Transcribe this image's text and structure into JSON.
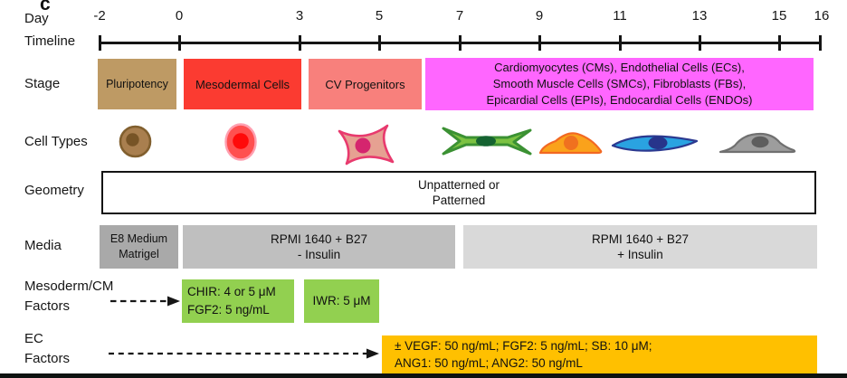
{
  "panel_label": "c",
  "timeline": {
    "row_label_day": "Day",
    "row_label_timeline": "Timeline",
    "days": [
      "-2",
      "0",
      "3",
      "5",
      "7",
      "9",
      "11",
      "13",
      "15",
      "16"
    ]
  },
  "stage": {
    "label": "Stage",
    "pluripotency": {
      "text": "Pluripotency",
      "color": "#BE9A64"
    },
    "mesodermal": {
      "text": "Mesodermal Cells",
      "color": "#FB3B31"
    },
    "cv_progenitors": {
      "text": "CV Progenitors",
      "color": "#F8807C"
    },
    "final": {
      "line1": "Cardiomyocytes (CMs), Endothelial Cells (ECs),",
      "line2": "Smooth Muscle Cells (SMCs), Fibroblasts (FBs),",
      "line3": "Epicardial Cells (EPIs), Endocardial Cells (ENDOs)",
      "color": "#FF66FF"
    }
  },
  "cell_types": {
    "label": "Cell Types",
    "icons": [
      {
        "name": "pluripotent-cell-icon",
        "body_color": "#A97F4F",
        "border_color": "#815F2E",
        "nucleus_color": "#775426"
      },
      {
        "name": "mesodermal-cell-icon",
        "body_color": "#FF5050",
        "border_color": "#FF9FB0",
        "nucleus_color": "#FF0A0A"
      },
      {
        "name": "cv-progenitor-cell-icon",
        "body_color": "#E6A192",
        "border_color": "#E83A6E",
        "nucleus_color": "#D5256E"
      },
      {
        "name": "cardiomyocyte-cell-icon",
        "body_color": "#7CC242",
        "border_color": "#3B9133",
        "nucleus_color": "#156331"
      },
      {
        "name": "orange-dome-cell-icon",
        "body_color": "#FAA21B",
        "border_color": "#F26822",
        "nucleus_color": "#F0711F"
      },
      {
        "name": "blue-spindle-cell-icon",
        "body_color": "#2AA3E1",
        "border_color": "#2B3990",
        "nucleus_color": "#27348B"
      },
      {
        "name": "gray-dome-cell-icon",
        "body_color": "#9D9D9D",
        "border_color": "#707070",
        "nucleus_color": "#5E5E5E"
      }
    ]
  },
  "geometry": {
    "label": "Geometry",
    "line1": "Unpatterned or",
    "line2": "Patterned"
  },
  "media": {
    "label": "Media",
    "e8": {
      "line1": "E8 Medium",
      "line2": "Matrigel",
      "color": "#A9A9A9"
    },
    "rpmi_minus": {
      "line1": "RPMI 1640 + B27",
      "line2": "- Insulin",
      "color": "#BFBFBF"
    },
    "rpmi_plus": {
      "line1": "RPMI 1640 + B27",
      "line2": "+ Insulin",
      "color": "#D9D9D9"
    }
  },
  "mesoderm_cm_factors": {
    "label_line1": "Mesoderm/CM",
    "label_line2": "Factors",
    "chir_box_line1": "CHIR: 4 or 5 μM",
    "chir_box_line2": "FGF2: 5 ng/mL",
    "iwr_box": "IWR: 5 μM",
    "box_color": "#92D050"
  },
  "ec_factors": {
    "label_line1": "EC",
    "label_line2": "Factors",
    "box_line1": "± VEGF: 50 ng/mL; FGF2: 5 ng/mL; SB: 10 μM;",
    "box_line2": "ANG1: 50 ng/mL; ANG2: 50 ng/mL",
    "box_color": "#FFC000"
  }
}
